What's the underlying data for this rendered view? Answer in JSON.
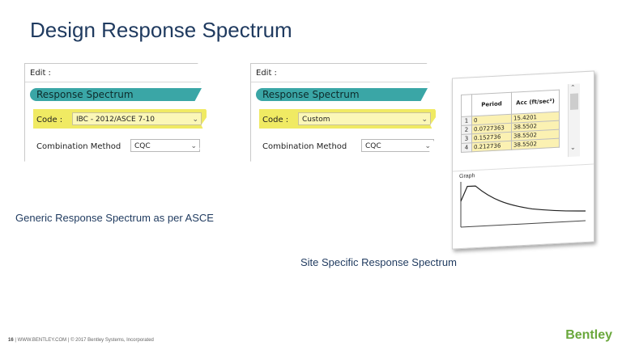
{
  "title": "Design Response Spectrum",
  "panel_generic": {
    "edit_label": "Edit :",
    "section_label": "Response Spectrum",
    "code_label": "Code :",
    "code_value": "IBC - 2012/ASCE 7-10",
    "combination_label": "Combination Method",
    "combination_value": "CQC"
  },
  "panel_site": {
    "edit_label": "Edit :",
    "section_label": "Response Spectrum",
    "code_label": "Code :",
    "code_value": "Custom",
    "combination_label": "Combination Method",
    "combination_value": "CQC"
  },
  "spectrum_table": {
    "headers": [
      "Period",
      "Acc (ft/sec²)"
    ],
    "rows": [
      {
        "index": "1",
        "period": "0",
        "acc": "15.4201"
      },
      {
        "index": "2",
        "period": "0.0727363",
        "acc": "38.5502"
      },
      {
        "index": "3",
        "period": "0.152736",
        "acc": "38.5502"
      },
      {
        "index": "4",
        "period": "0.212736",
        "acc": "38.5502"
      }
    ],
    "graph_label": "Graph"
  },
  "captions": {
    "generic": "Generic Response Spectrum as per ASCE",
    "site": "Site Specific Response Spectrum"
  },
  "footer": {
    "page_number": "16",
    "website": "WWW.BENTLEY.COM",
    "copyright": "© 2017 Bentley Systems, Incorporated",
    "logo": "Bentley"
  },
  "colors": {
    "title": "#1f3a5f",
    "section_bar": "#3aa6a6",
    "highlight": "#f0ea63",
    "table_value_bg": "#fbf1b2",
    "logo": "#6aa83c"
  }
}
